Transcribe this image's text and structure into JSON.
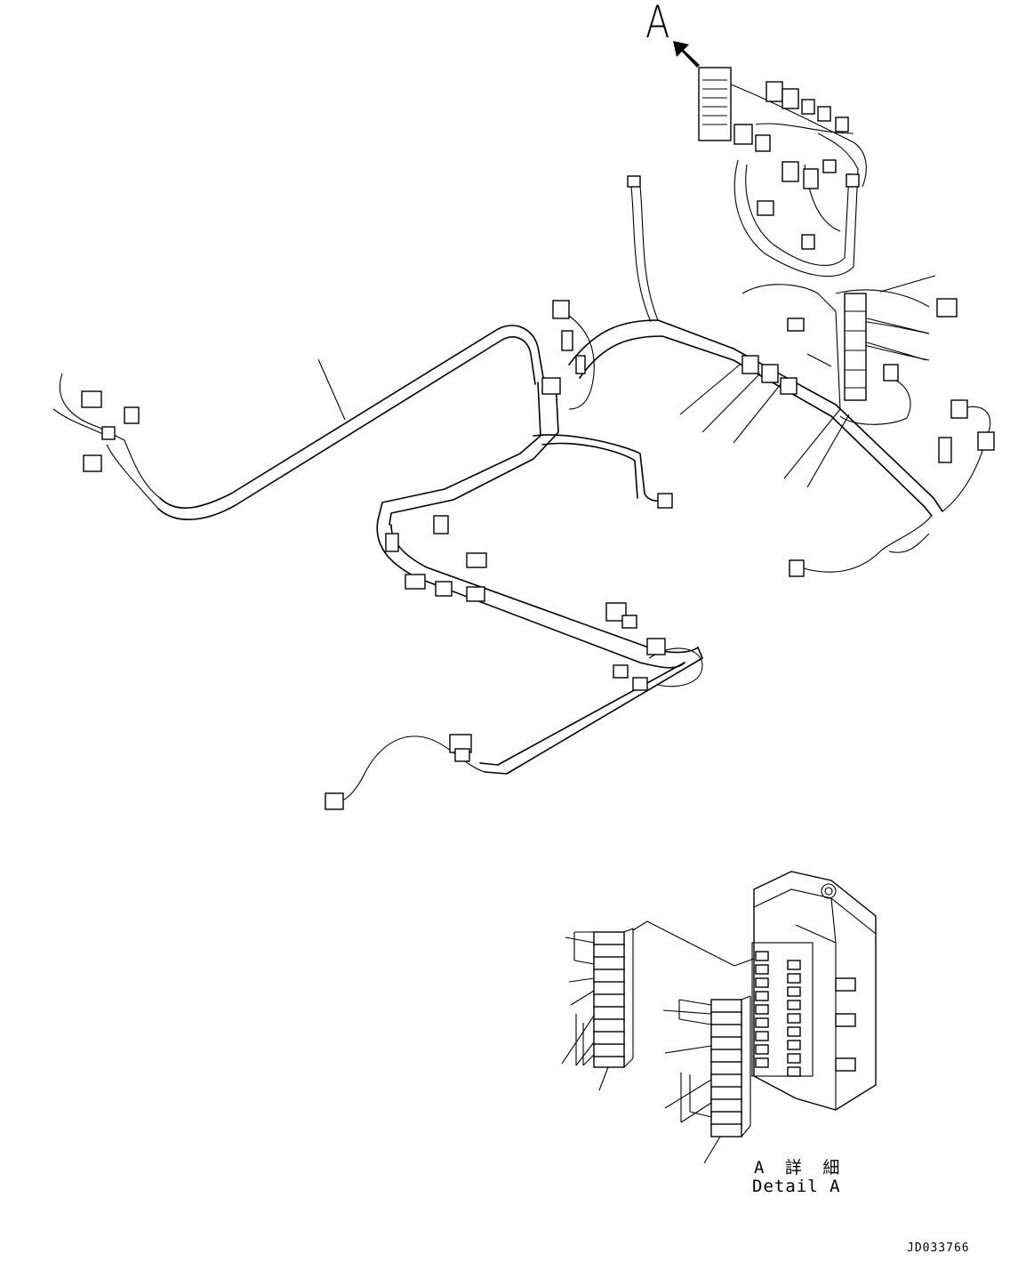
{
  "drawing": {
    "view_label": "A",
    "detail_label_jp": "A 詳 細",
    "detail_label_en": "Detail A",
    "drawing_number": "JD033766"
  },
  "colors": {
    "line": "#000000",
    "background": "#ffffff"
  },
  "icons": {
    "view_arrow": "view-direction-arrow-icon"
  }
}
